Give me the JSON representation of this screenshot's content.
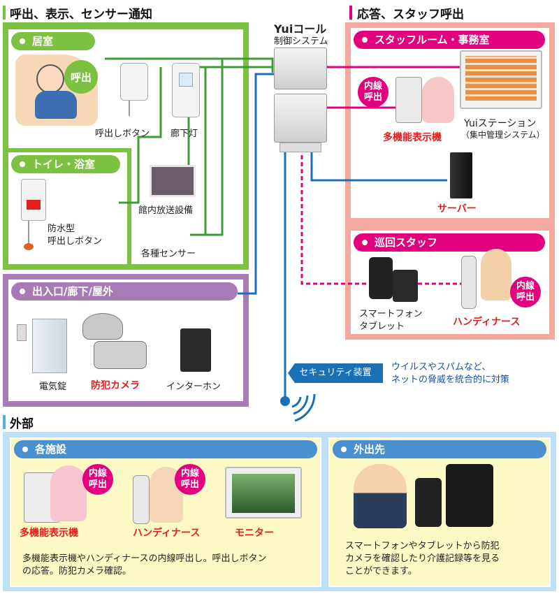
{
  "sections": {
    "call_display": "呼出、表示、センサー通知",
    "response": "応答、スタッフ呼出",
    "external": "外部"
  },
  "system": {
    "brand": "Yuiコール",
    "subtitle": "制御システム"
  },
  "room": {
    "title": "居室",
    "call_bubble": "呼出",
    "call_button": "呼出しボタン",
    "corridor_light": "廊下灯"
  },
  "toilet": {
    "title": "トイレ・浴室",
    "waterproof_line1": "防水型",
    "waterproof_line2": "呼出しボタン",
    "pa_system": "館内放送設備",
    "sensors": "各種センサー"
  },
  "entrance": {
    "title": "出入口/廊下/屋外",
    "electric_lock": "電気錠",
    "security_camera": "防犯カメラ",
    "intercom": "インターホン"
  },
  "staff_room": {
    "title": "スタッフルーム・事務室",
    "badge": "内線呼出",
    "display_phone": "多機能表示機",
    "station": "Yuiステーション",
    "station_sub": "（集中管理システム）",
    "server": "サーバー"
  },
  "patrol": {
    "title": "巡回スタッフ",
    "smartphone": "スマートフォン",
    "tablet": "タブレット",
    "handy_nurse": "ハンディナース",
    "badge": "内線呼出"
  },
  "security": {
    "label": "セキュリティ装置",
    "desc_line1": "ウイルスやスパムなど、",
    "desc_line2": "ネットの脅威を統合的に対策"
  },
  "facilities": {
    "title": "各施設",
    "badge1": "内線呼出",
    "badge2": "内線呼出",
    "display_phone": "多機能表示機",
    "handy_nurse": "ハンディナース",
    "monitor": "モニター",
    "desc_line1": "多機能表示機やハンディナースの内線呼出し。呼出しボタン",
    "desc_line2": "の応答。防犯カメラ確認。"
  },
  "outing": {
    "title": "外出先",
    "desc_line1": "スマートフォンやタブレットから防犯",
    "desc_line2": "カメラを確認したり介護記録等を見る",
    "desc_line3": "ことができます。"
  },
  "colors": {
    "green": "#7cc242",
    "pink": "#e3007f",
    "purple": "#a67bb6",
    "blue": "#5aa9e0",
    "red": "#e0201e",
    "yellow": "#fdf9c4"
  }
}
